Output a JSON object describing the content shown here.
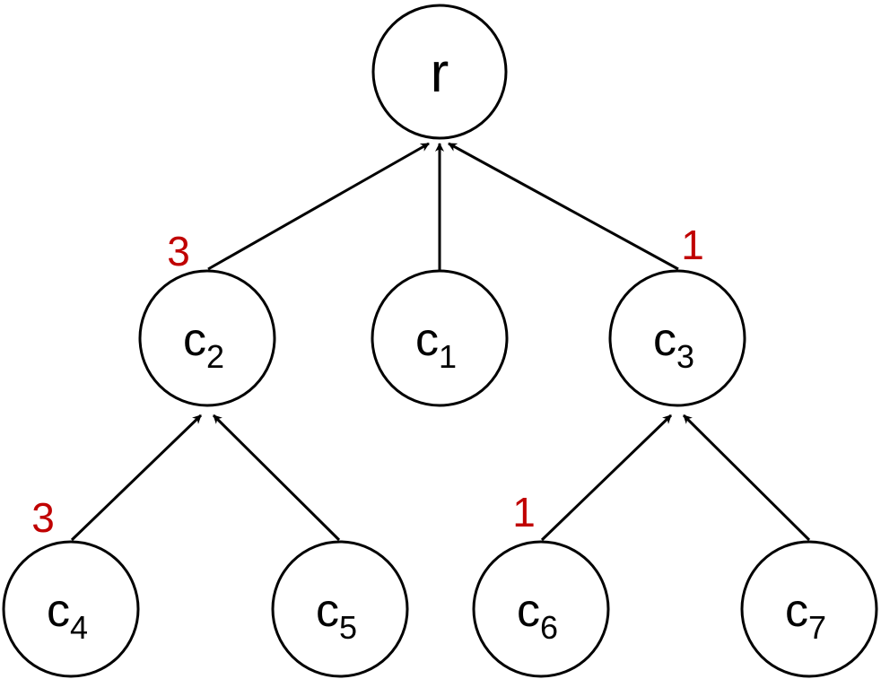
{
  "colors": {
    "node_stroke": "#000000",
    "weight": "#c00000"
  },
  "nodes": {
    "r": {
      "label": "r"
    },
    "c1": {
      "label": "c",
      "sub": "1"
    },
    "c2": {
      "label": "c",
      "sub": "2"
    },
    "c3": {
      "label": "c",
      "sub": "3"
    },
    "c4": {
      "label": "c",
      "sub": "4"
    },
    "c5": {
      "label": "c",
      "sub": "5"
    },
    "c6": {
      "label": "c",
      "sub": "6"
    },
    "c7": {
      "label": "c",
      "sub": "7"
    }
  },
  "edges": [
    {
      "from": "c2",
      "to": "r"
    },
    {
      "from": "c1",
      "to": "r"
    },
    {
      "from": "c3",
      "to": "r"
    },
    {
      "from": "c4",
      "to": "c2"
    },
    {
      "from": "c5",
      "to": "c2"
    },
    {
      "from": "c6",
      "to": "c3"
    },
    {
      "from": "c7",
      "to": "c3"
    }
  ],
  "weights": {
    "c2": "3",
    "c3": "1",
    "c4": "3",
    "c6": "1"
  }
}
